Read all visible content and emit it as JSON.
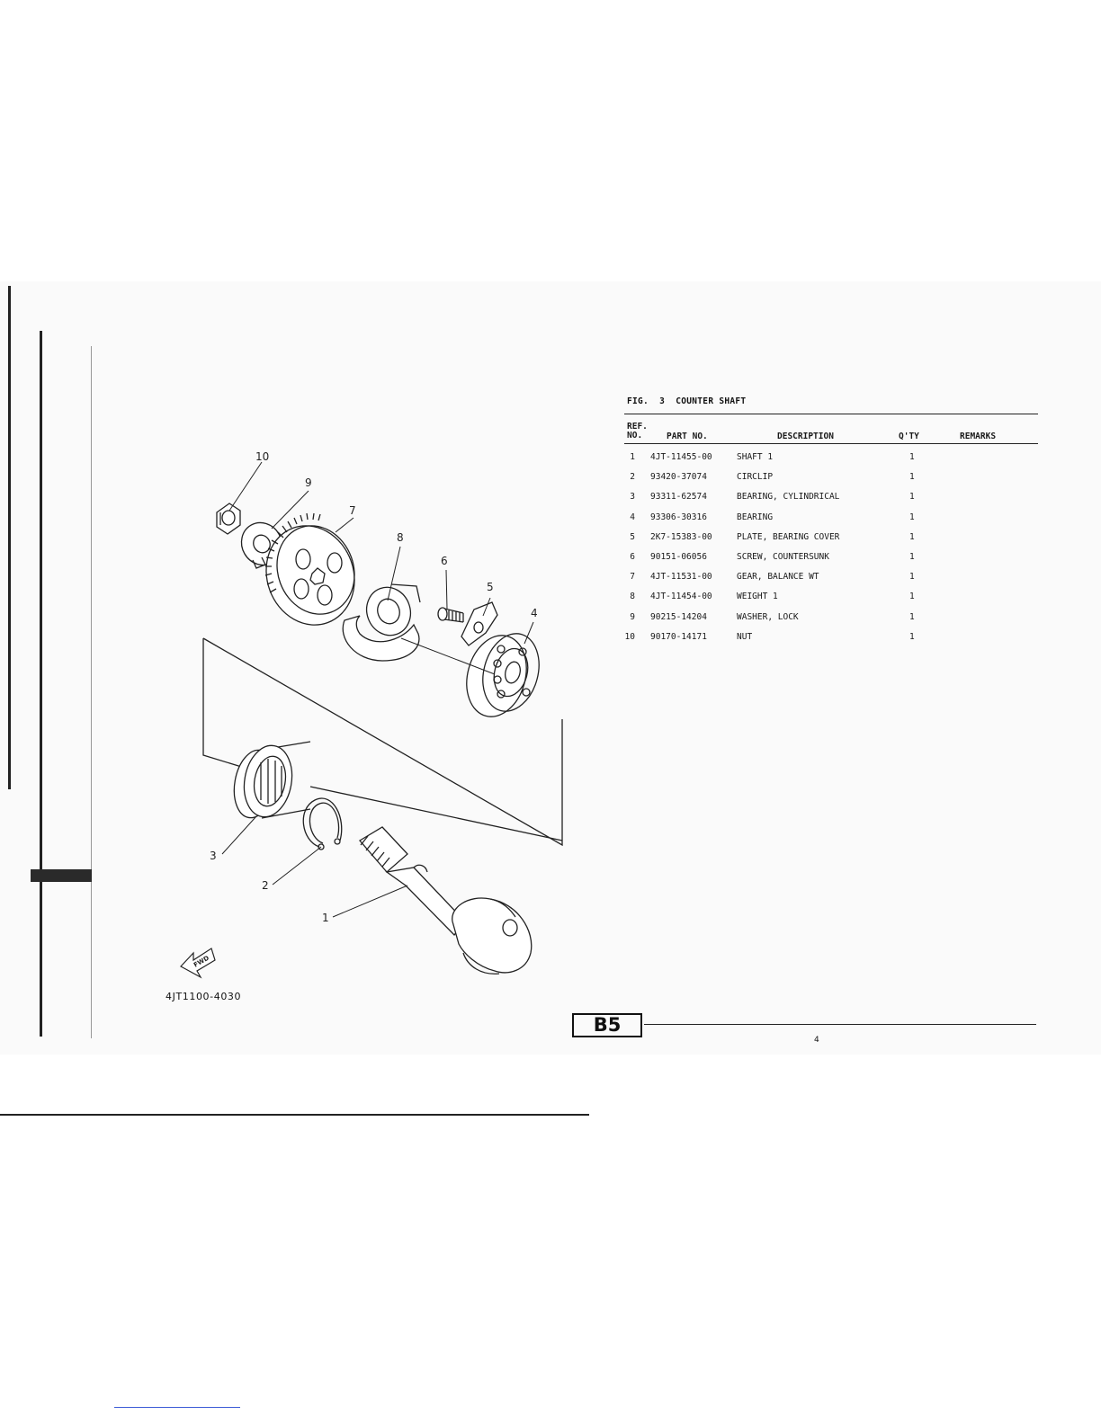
{
  "figure": {
    "number_label": "FIG.",
    "number": "3",
    "title": "COUNTER SHAFT"
  },
  "table": {
    "headers": {
      "ref_line1": "REF.",
      "ref_line2": "NO.",
      "part_no": "PART NO.",
      "description": "DESCRIPTION",
      "qty": "Q'TY",
      "remarks": "REMARKS"
    },
    "rows": [
      {
        "ref": "1",
        "part_no": "4JT-11455-00",
        "description": "SHAFT 1",
        "qty": "1",
        "remarks": ""
      },
      {
        "ref": "2",
        "part_no": "93420-37074",
        "description": "CIRCLIP",
        "qty": "1",
        "remarks": ""
      },
      {
        "ref": "3",
        "part_no": "93311-62574",
        "description": "BEARING, CYLINDRICAL",
        "qty": "1",
        "remarks": ""
      },
      {
        "ref": "4",
        "part_no": "93306-30316",
        "description": "BEARING",
        "qty": "1",
        "remarks": ""
      },
      {
        "ref": "5",
        "part_no": "2K7-15383-00",
        "description": "PLATE, BEARING COVER",
        "qty": "1",
        "remarks": ""
      },
      {
        "ref": "6",
        "part_no": "90151-06056",
        "description": "SCREW, COUNTERSUNK",
        "qty": "1",
        "remarks": ""
      },
      {
        "ref": "7",
        "part_no": "4JT-11531-00",
        "description": "GEAR, BALANCE WT",
        "qty": "1",
        "remarks": ""
      },
      {
        "ref": "8",
        "part_no": "4JT-11454-00",
        "description": "WEIGHT 1",
        "qty": "1",
        "remarks": ""
      },
      {
        "ref": "9",
        "part_no": "90215-14204",
        "description": "WASHER, LOCK",
        "qty": "1",
        "remarks": ""
      },
      {
        "ref": "10",
        "part_no": "90170-14171",
        "description": "NUT",
        "qty": "1",
        "remarks": ""
      }
    ]
  },
  "diagram": {
    "callouts": [
      "1",
      "2",
      "3",
      "4",
      "5",
      "6",
      "7",
      "8",
      "9",
      "10"
    ],
    "fwd_label": "FWD",
    "drawing_code": "4JT1100-4030"
  },
  "footer": {
    "section_code": "B5",
    "page_number": "4"
  }
}
